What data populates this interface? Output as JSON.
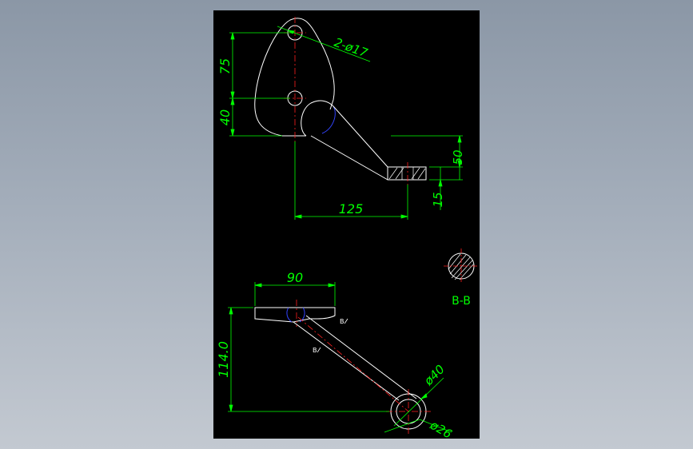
{
  "colors": {
    "background_top": "#8b97a6",
    "background_bottom": "#c3c9d1",
    "sheet": "#000000",
    "geometry": "#ffffff",
    "dimension": "#00ff00",
    "centerline": "#ff0000",
    "hidden_arc": "#0000ff"
  },
  "top_view": {
    "dim_vertical_upper": "75",
    "dim_vertical_lower": "40",
    "dim_hole_callout": "2-ø17",
    "dim_arm_height": "50",
    "dim_pad_thickness": "15",
    "dim_horizontal": "125"
  },
  "bottom_view": {
    "dim_width": "90",
    "dim_vertical": "114.0",
    "dim_outer_diameter": "ø40",
    "dim_inner_diameter": "ø26",
    "section_marker_upper": "B",
    "section_marker_lower": "B"
  },
  "section": {
    "label": "B-B"
  }
}
